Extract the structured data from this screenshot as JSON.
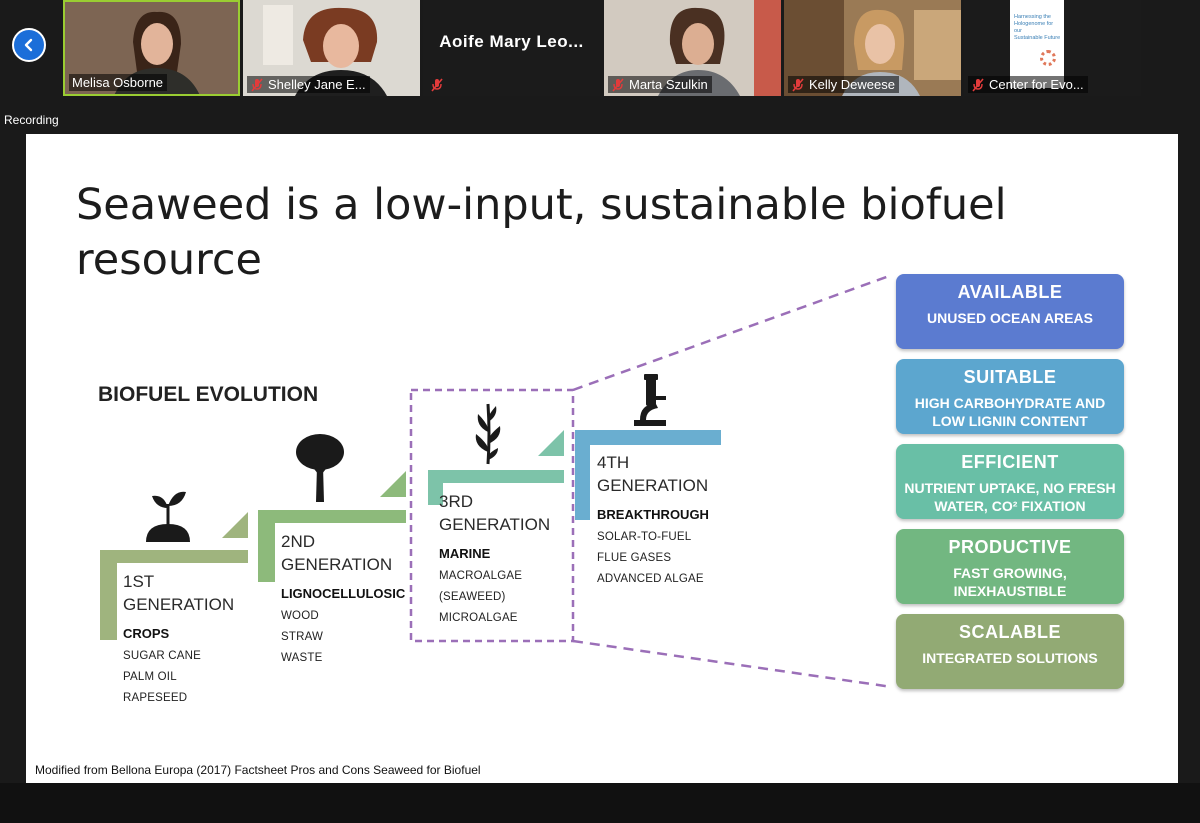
{
  "meeting": {
    "back_icon": "chevron-left-icon",
    "recording_label": "Recording",
    "participants": [
      {
        "name": "Melisa Osborne",
        "muted": false
      },
      {
        "name": "Shelley Jane E...",
        "muted": true
      },
      {
        "name": "Aoife Mary Leo...",
        "muted": true
      },
      {
        "name": "Marta Szulkin",
        "muted": true
      },
      {
        "name": "Kelly Deweese",
        "muted": true
      },
      {
        "name": "Center for Evo...",
        "muted": true
      }
    ],
    "poster_text": [
      "Harnessing the",
      "Hologenome for our",
      "Sustainable Future"
    ]
  },
  "slide": {
    "title": "Seaweed is a low-input, sustainable biofuel resource",
    "diagram_heading": "BIOFUEL EVOLUTION",
    "generations": [
      {
        "title_line1": "1ST",
        "title_line2": "GENERATION",
        "subtitle": "CROPS",
        "items": [
          "SUGAR CANE",
          "PALM OIL",
          "RAPESEED"
        ],
        "icon": "sprout-icon",
        "color": "#9fb47e"
      },
      {
        "title_line1": "2ND",
        "title_line2": "GENERATION",
        "subtitle": "LIGNOCELLULOSIC",
        "items": [
          "WOOD",
          "STRAW",
          "WASTE"
        ],
        "icon": "tree-icon",
        "color": "#8dba7b"
      },
      {
        "title_line1": "3RD",
        "title_line2": "GENERATION",
        "subtitle": "MARINE",
        "items": [
          "MACROALGAE",
          "(SEAWEED)",
          "MICROALGAE"
        ],
        "icon": "seaweed-icon",
        "color": "#7dc3a9"
      },
      {
        "title_line1": "4TH",
        "title_line2": "GENERATION",
        "subtitle": "BREAKTHROUGH",
        "items": [
          "SOLAR-TO-FUEL",
          "FLUE GASES",
          "ADVANCED ALGAE"
        ],
        "icon": "microscope-icon",
        "color": "#6aaed0"
      }
    ],
    "boxes": [
      {
        "title": "AVAILABLE",
        "desc": "UNUSED OCEAN AREAS",
        "color": "#5b7bd0"
      },
      {
        "title": "SUITABLE",
        "desc": "HIGH CARBOHYDRATE AND LOW LIGNIN CONTENT",
        "color": "#5ca6cf"
      },
      {
        "title": "EFFICIENT",
        "desc": "NUTRIENT UPTAKE, NO FRESH WATER, CO² FIXATION",
        "color": "#69bfa6"
      },
      {
        "title": "PRODUCTIVE",
        "desc": "FAST GROWING, INEXHAUSTIBLE",
        "color": "#72b781"
      },
      {
        "title": "SCALABLE",
        "desc": "INTEGRATED SOLUTIONS",
        "color": "#92aa74"
      }
    ],
    "dashed_color": "#9b6fb8",
    "citation": "Modified from Bellona Europa (2017) Factsheet Pros and Cons Seaweed for Biofuel"
  }
}
